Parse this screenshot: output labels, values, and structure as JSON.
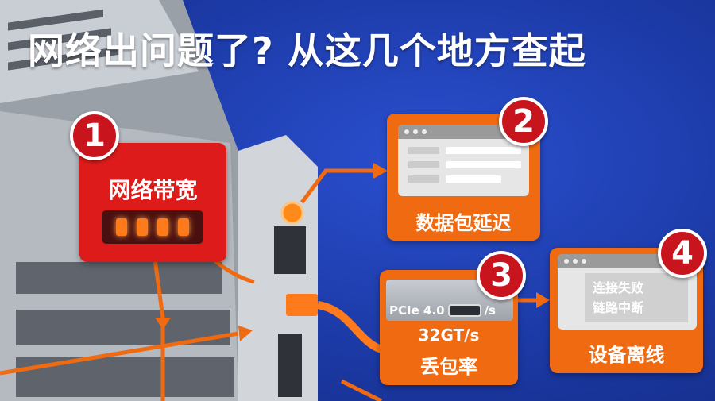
{
  "title": "网络出问题了? 从这几个地方查起",
  "items": [
    {
      "number": "1",
      "label": "网络带宽"
    },
    {
      "number": "2",
      "label": "数据包延迟"
    },
    {
      "number": "3",
      "label": "丢包率",
      "card_label": "PCIe 4.0",
      "card_suffix": "/s",
      "speed": "32GT/s"
    },
    {
      "number": "4",
      "label": "设备离线",
      "messages": [
        "连接失败",
        "链路中断"
      ]
    }
  ],
  "colors": {
    "background": "#1c3aa6",
    "orange": "#f06a12",
    "red": "#dd1b1b"
  }
}
